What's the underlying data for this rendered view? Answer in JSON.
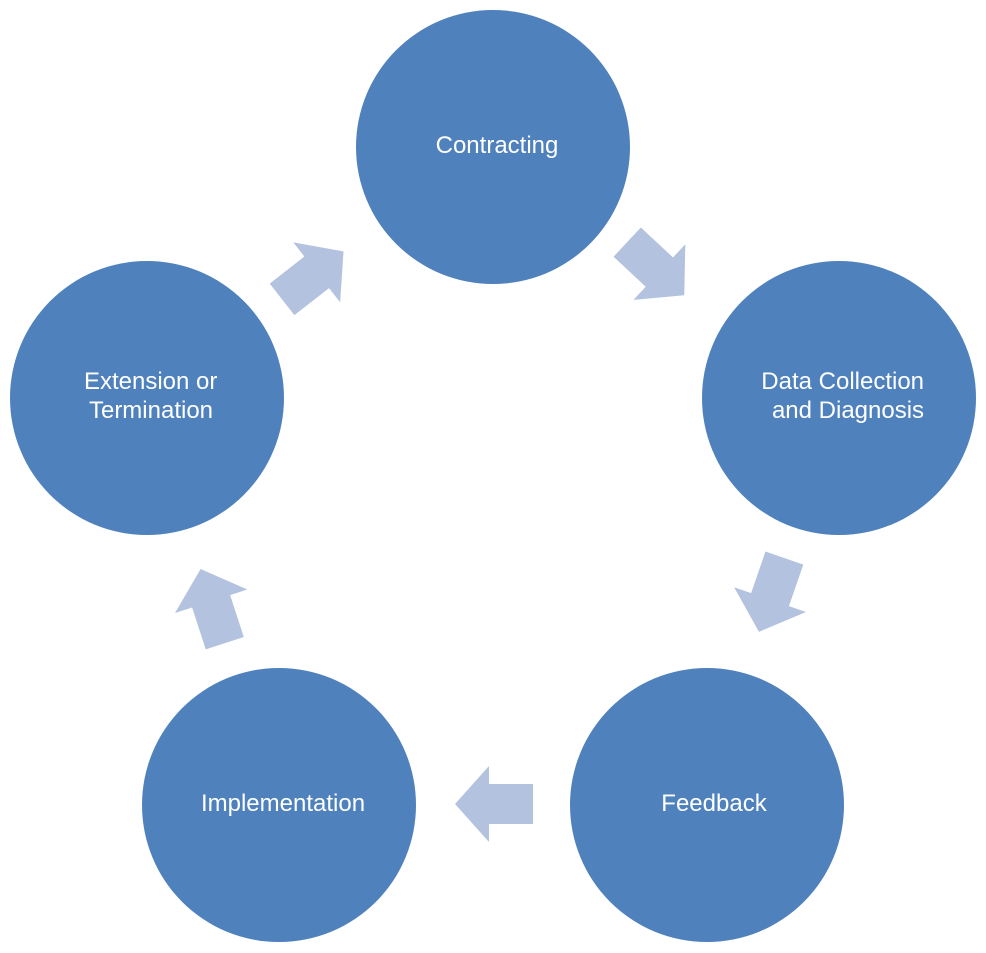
{
  "diagram": {
    "colors": {
      "circle_fill": "#4f81bd",
      "arrow_fill": "#b3c2de",
      "label_color": "#ffffff",
      "background": "#ffffff"
    },
    "stages": [
      {
        "id": "contracting",
        "lines": [
          "Contracting"
        ]
      },
      {
        "id": "data-collection-and-diagnosis",
        "lines": [
          "Data Collection",
          "and Diagnosis"
        ]
      },
      {
        "id": "feedback",
        "lines": [
          "Feedback"
        ]
      },
      {
        "id": "implementation",
        "lines": [
          "Implementation"
        ]
      },
      {
        "id": "extension-or-termination",
        "lines": [
          "Extension or",
          "Termination"
        ]
      }
    ],
    "connections": [
      {
        "from": "Contracting",
        "to": "Data Collection and Diagnosis"
      },
      {
        "from": "Data Collection and Diagnosis",
        "to": "Feedback"
      },
      {
        "from": "Feedback",
        "to": "Implementation"
      },
      {
        "from": "Implementation",
        "to": "Extension or Termination"
      },
      {
        "from": "Extension or Termination",
        "to": "Contracting"
      }
    ]
  }
}
